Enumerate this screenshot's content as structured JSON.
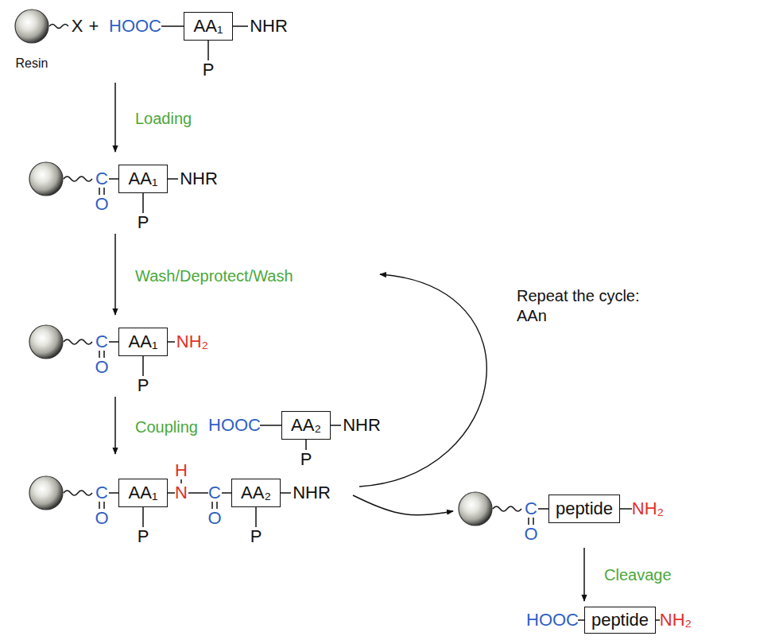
{
  "diagram": {
    "nodes": [
      {
        "text": [
          "Resin",
          "X",
          "+",
          "HOOC",
          "NHR",
          "P"
        ]
      },
      {
        "text": [
          "AA₁"
        ],
        "in": 0
      },
      {
        "text": [
          "C",
          "O",
          "NHR",
          "P"
        ]
      },
      {
        "text": [
          "AA₁"
        ],
        "in": 2
      },
      {
        "text": [
          "C",
          "O",
          "NH₂",
          "P"
        ]
      },
      {
        "text": [
          "AA₁"
        ],
        "in": 4
      },
      {
        "text": [
          "HOOC",
          "NHR",
          "P"
        ]
      },
      {
        "text": [
          "AA₂"
        ],
        "in": 6
      },
      {
        "text": [
          "C",
          "O",
          "H",
          "N",
          "C",
          "O",
          "NHR",
          "P",
          "P"
        ]
      },
      {
        "text": [
          "AA₁"
        ],
        "in": 8
      },
      {
        "text": [
          "AA₂"
        ],
        "in": 8
      },
      {
        "text": [
          "C",
          "O",
          "NH₂"
        ]
      },
      {
        "text": [
          "peptide"
        ],
        "in": 11
      },
      {
        "text": [
          "HOOC",
          "NH₂"
        ]
      },
      {
        "text": [
          "peptide"
        ],
        "in": 13
      }
    ],
    "edges": [
      {
        "from": 0,
        "to": 2,
        "arrow": "to",
        "label": "Loading"
      },
      {
        "from": 2,
        "to": 4,
        "arrow": "to",
        "label": "Wash/Deprotect/Wash"
      },
      {
        "from": 4,
        "to": 8,
        "arrow": "to",
        "label": "Coupling"
      },
      {
        "from": 8,
        "to": 11,
        "arrow": "to"
      },
      {
        "from": 11,
        "to": 13,
        "arrow": "to",
        "label": "Cleavage"
      }
    ],
    "labels": [
      "Repeat the cycle: AAn"
    ]
  }
}
